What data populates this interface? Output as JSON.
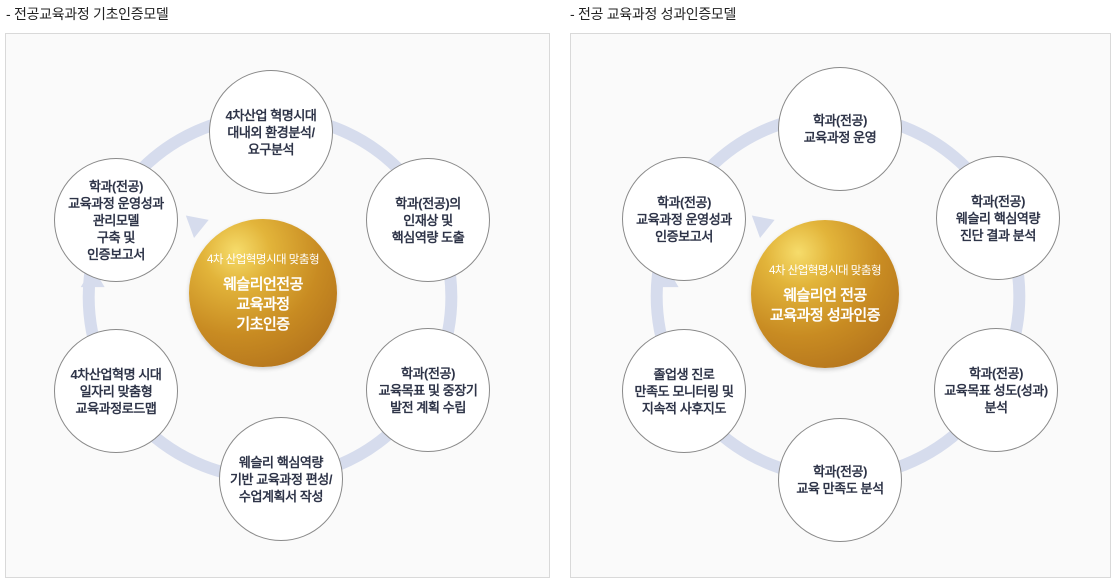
{
  "left_panel": {
    "title": "- 전공교육과정 기초인증모델",
    "center": {
      "subtitle": "4차 산업혁명시대 맞춤형",
      "title": "웨슬리언전공\n교육과정\n기초인증"
    },
    "nodes": [
      {
        "label": "4차산업 혁명시대\n대내외 환경분석/\n요구분석"
      },
      {
        "label": "학과(전공)의\n인재상 및\n핵심역량 도출"
      },
      {
        "label": "학과(전공)\n교육목표 및 중장기\n발전 계획 수립"
      },
      {
        "label": "웨슬리 핵심역량\n기반 교육과정 편성/\n수업계획서 작성"
      },
      {
        "label": "4차산업혁명 시대\n일자리 맞춤형\n교육과정로드맵"
      },
      {
        "label": "학과(전공)\n교육과정 운영성과\n관리모델\n구축 및\n인증보고서"
      }
    ]
  },
  "right_panel": {
    "title": "- 전공 교육과정 성과인증모델",
    "center": {
      "subtitle": "4차 산업혁명시대 맞춤형",
      "title": "웨슬리언 전공\n교육과정 성과인증"
    },
    "nodes": [
      {
        "label": "학과(전공)\n교육과정 운영"
      },
      {
        "label": "학과(전공)\n웨슬리 핵심역량\n진단 결과 분석"
      },
      {
        "label": "학과(전공)\n교육목표 성도(성과)\n분석"
      },
      {
        "label": "학과(전공)\n교육 만족도 분석"
      },
      {
        "label": "졸업생 진로\n만족도 모니터링 및\n지속적 사후지도"
      },
      {
        "label": "학과(전공)\n교육과정 운영성과\n인증보고서"
      }
    ]
  },
  "colors": {
    "ring": "#d6dced",
    "node_border": "#8a8a8a",
    "text": "#2e3448",
    "center_gold": "#c88b22"
  }
}
